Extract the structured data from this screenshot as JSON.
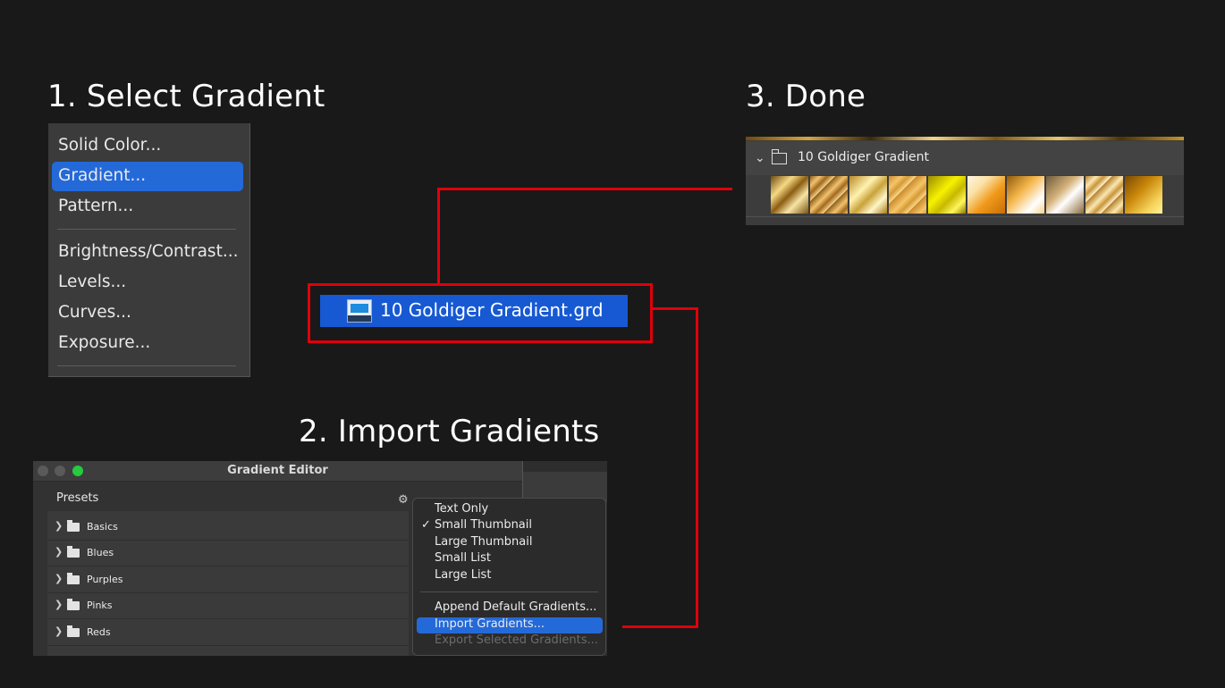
{
  "steps": {
    "select": "1. Select Gradient",
    "import": "2. Import Gradients",
    "done": "3. Done"
  },
  "adjust_menu": {
    "items": [
      "Solid Color...",
      "Gradient...",
      "Pattern...",
      "Brightness/Contrast...",
      "Levels...",
      "Curves...",
      "Exposure..."
    ],
    "selected": "Gradient..."
  },
  "file": {
    "name": "10 Goldiger Gradient.grd",
    "icon": "grd-file-icon"
  },
  "done_panel": {
    "group_name": "10 Goldiger Gradient",
    "swatch_count": 10
  },
  "editor": {
    "title": "Gradient Editor",
    "presets_label": "Presets",
    "folders": [
      "Basics",
      "Blues",
      "Purples",
      "Pinks",
      "Reds"
    ],
    "context_menu": {
      "view_items": [
        "Text Only",
        "Small Thumbnail",
        "Large Thumbnail",
        "Small List",
        "Large List"
      ],
      "checked": "Small Thumbnail",
      "action_items": [
        "Append Default Gradients...",
        "Import Gradients...",
        "Export Selected Gradients..."
      ],
      "highlighted": "Import Gradients...",
      "disabled": "Export Selected Gradients..."
    }
  },
  "colors": {
    "background": "#191919",
    "highlight": "#2469d8",
    "file_chip": "#1659d3",
    "connector": "#e0000a"
  }
}
